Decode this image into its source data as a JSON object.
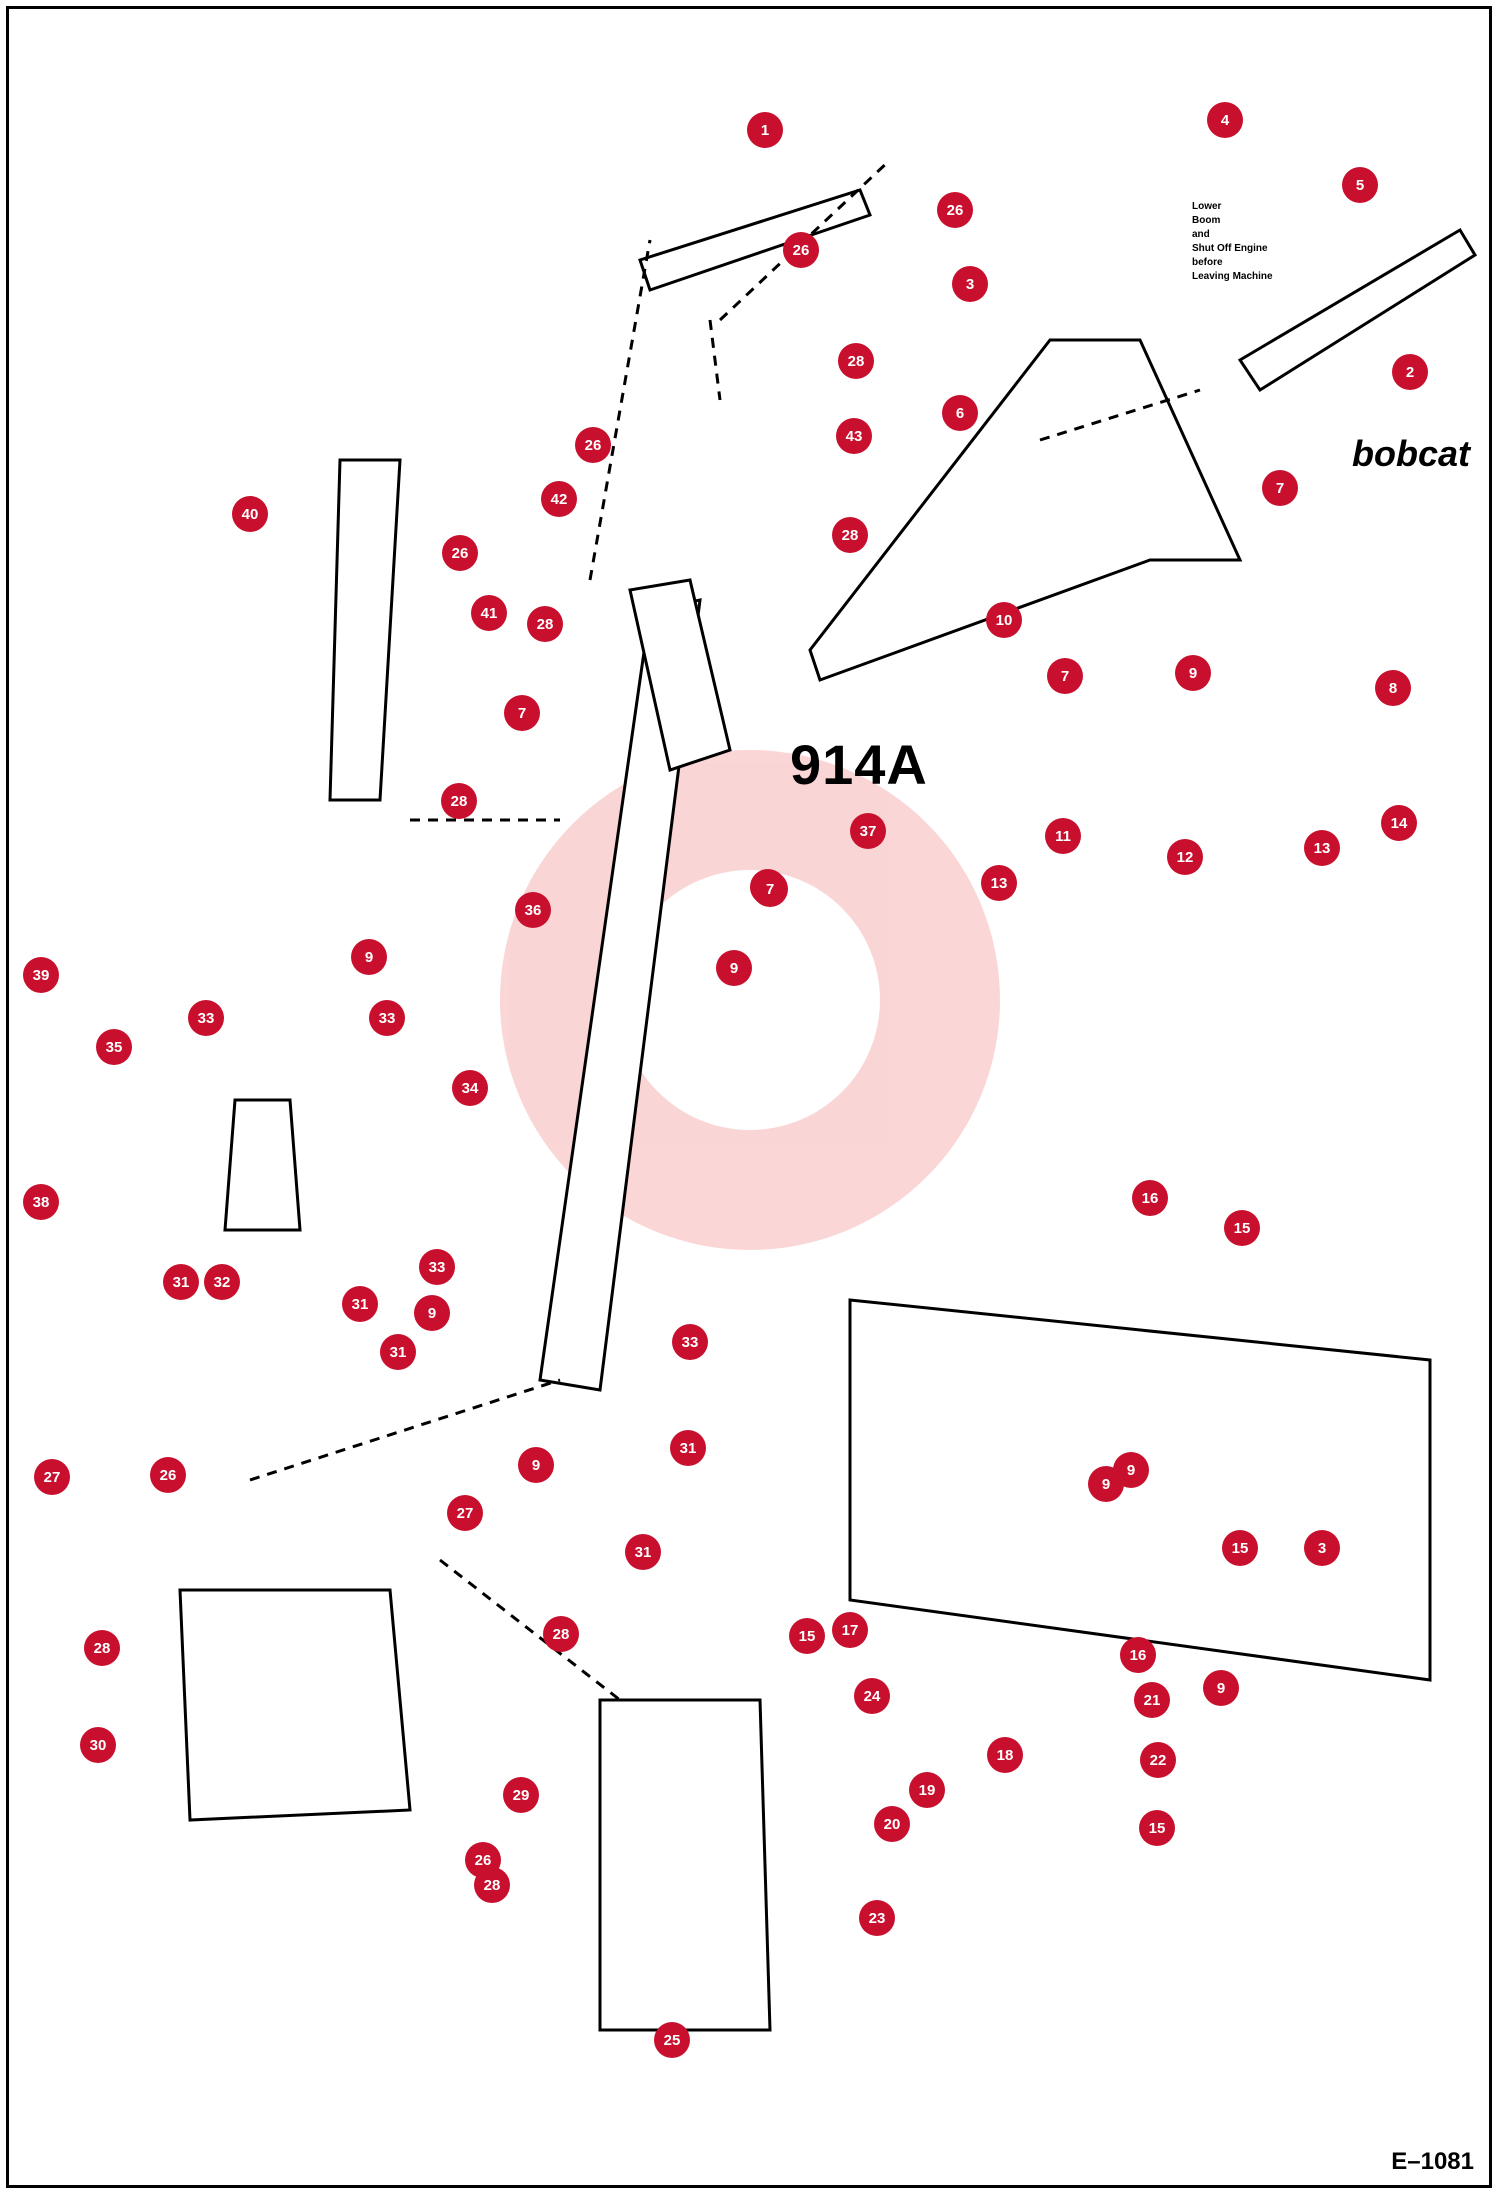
{
  "model": "914A",
  "figure_code": "E–1081",
  "brand": "bobcat",
  "warning_decal": [
    "Lower",
    "Boom",
    "and",
    "Shut Off Engine",
    "before",
    "Leaving Machine"
  ],
  "colors": {
    "callout": "#c8102e",
    "line": "#000000",
    "watermark": "#f5b5b5"
  },
  "callouts": [
    {
      "n": "1"
    },
    {
      "n": "2"
    },
    {
      "n": "3"
    },
    {
      "n": "4"
    },
    {
      "n": "5"
    },
    {
      "n": "6"
    },
    {
      "n": "7"
    },
    {
      "n": "7"
    },
    {
      "n": "7"
    },
    {
      "n": "7"
    },
    {
      "n": "7"
    },
    {
      "n": "8"
    },
    {
      "n": "9"
    },
    {
      "n": "9"
    },
    {
      "n": "9"
    },
    {
      "n": "9"
    },
    {
      "n": "9"
    },
    {
      "n": "9"
    },
    {
      "n": "9"
    },
    {
      "n": "9"
    },
    {
      "n": "11"
    },
    {
      "n": "12"
    },
    {
      "n": "13"
    },
    {
      "n": "13"
    },
    {
      "n": "14"
    },
    {
      "n": "15"
    },
    {
      "n": "15"
    },
    {
      "n": "15"
    },
    {
      "n": "15"
    },
    {
      "n": "16"
    },
    {
      "n": "16"
    },
    {
      "n": "17"
    },
    {
      "n": "18"
    },
    {
      "n": "19"
    },
    {
      "n": "20"
    },
    {
      "n": "21"
    },
    {
      "n": "22"
    },
    {
      "n": "23"
    },
    {
      "n": "24"
    },
    {
      "n": "25"
    },
    {
      "n": "26"
    },
    {
      "n": "26"
    },
    {
      "n": "26"
    },
    {
      "n": "26"
    },
    {
      "n": "26"
    },
    {
      "n": "26"
    },
    {
      "n": "27"
    },
    {
      "n": "27"
    },
    {
      "n": "28"
    },
    {
      "n": "28"
    },
    {
      "n": "28"
    },
    {
      "n": "28"
    },
    {
      "n": "28"
    },
    {
      "n": "28"
    },
    {
      "n": "28"
    },
    {
      "n": "29"
    },
    {
      "n": "30"
    },
    {
      "n": "31"
    },
    {
      "n": "31"
    },
    {
      "n": "31"
    },
    {
      "n": "31"
    },
    {
      "n": "31"
    },
    {
      "n": "32"
    },
    {
      "n": "33"
    },
    {
      "n": "33"
    },
    {
      "n": "33"
    },
    {
      "n": "33"
    },
    {
      "n": "34"
    },
    {
      "n": "35"
    },
    {
      "n": "36"
    },
    {
      "n": "37"
    },
    {
      "n": "38"
    },
    {
      "n": "39"
    },
    {
      "n": "40"
    },
    {
      "n": "41"
    },
    {
      "n": "42"
    },
    {
      "n": "43"
    },
    {
      "n": "3"
    },
    {
      "n": "10"
    }
  ]
}
